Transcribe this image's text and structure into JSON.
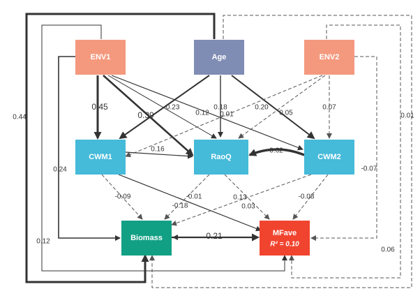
{
  "nodes": {
    "env1": {
      "label": "ENV1",
      "color": "#F4997E"
    },
    "age": {
      "label": "Age",
      "color": "#7F8CB4"
    },
    "env2": {
      "label": "ENV2",
      "color": "#F4997E"
    },
    "cwm1": {
      "label": "CWM1",
      "color": "#45BAD9"
    },
    "raoq": {
      "label": "RaoQ",
      "color": "#45BAD9"
    },
    "cwm2": {
      "label": "CWM2",
      "color": "#45BAD9"
    },
    "biomass": {
      "label": "Biomass",
      "color": "#12A084"
    },
    "mfave": {
      "label": "MFave",
      "r2": "R² = 0.10",
      "color": "#F1442F"
    }
  },
  "coefficients": {
    "env1_cwm1": "0.45",
    "env1_raoq": "0.39",
    "env1_cwm2": "0.12",
    "env1_raoq_b": "0.01",
    "age_cwm1": "-0.23",
    "age_raoq": "0.18",
    "age_cwm2": "0.20",
    "env2_cwm1": "0.05",
    "env2_cwm2": "0.07",
    "cwm1_raoq": "0.16",
    "cwm2_raoq": "0.62",
    "env1_biomass_outer": "0.44",
    "env1_biomass": "0.24",
    "env1_mfave_outer": "0.12",
    "env2_mfave": "-0.07",
    "env2_mfave_outer": "0.01",
    "env2_biomass_outer": "0.06",
    "cwm1_biomass": "-0.09",
    "cwm1_mfave": "-0.18",
    "raoq_biomass": "-0.01",
    "raoq_mfave": "0.13",
    "cwm2_biomass": "0.03",
    "cwm2_mfave": "-0.08",
    "biomass_mfave": "0.21"
  }
}
